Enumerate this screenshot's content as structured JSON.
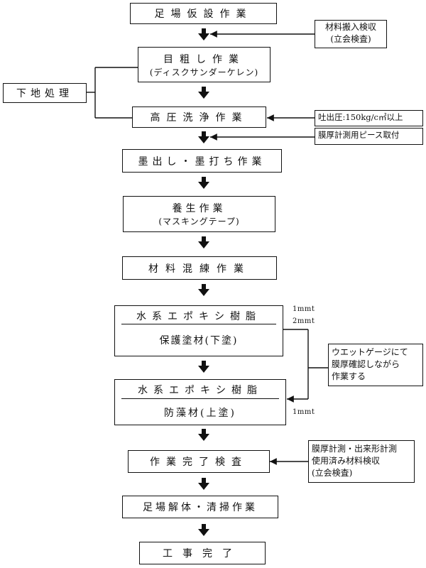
{
  "steps": {
    "scaffold": "足場仮設作業",
    "rough": "目粗し作業",
    "rough_sub": "(ディスクサンダーケレン)",
    "wash": "高圧洗浄作業",
    "marking": "墨出し・墨打ち作業",
    "cure": "養生作業",
    "cure_sub": "(マスキングテープ)",
    "mix": "材料混練作業",
    "epoxy": "水系エポキシ樹脂",
    "protect": "保護塗材(下塗)",
    "epoxy2": "水系エポキシ樹脂",
    "algae": "防藻材(上塗)",
    "inspect": "作業完了検査",
    "dismantle": "足場解体・清掃作業",
    "complete": "工事完了"
  },
  "side": {
    "prep": "下地処理"
  },
  "notes": {
    "material_line1": "材料搬入検収",
    "material_line2": "(立会検査)",
    "pressure": "吐出圧:150kg/c㎡以上",
    "piece": "膜厚計測用ピース取付",
    "wet_line1": "ウエットゲージにて",
    "wet_line2": "膜厚確認しながら",
    "wet_line3": "作業する",
    "final_line1": "膜厚計測・出来形計測",
    "final_line2": "使用済み材料検収",
    "final_line3": "(立会検査)"
  },
  "thickness": {
    "t1": "1mmt",
    "t2": "2mmt",
    "t3": "1mmt"
  }
}
